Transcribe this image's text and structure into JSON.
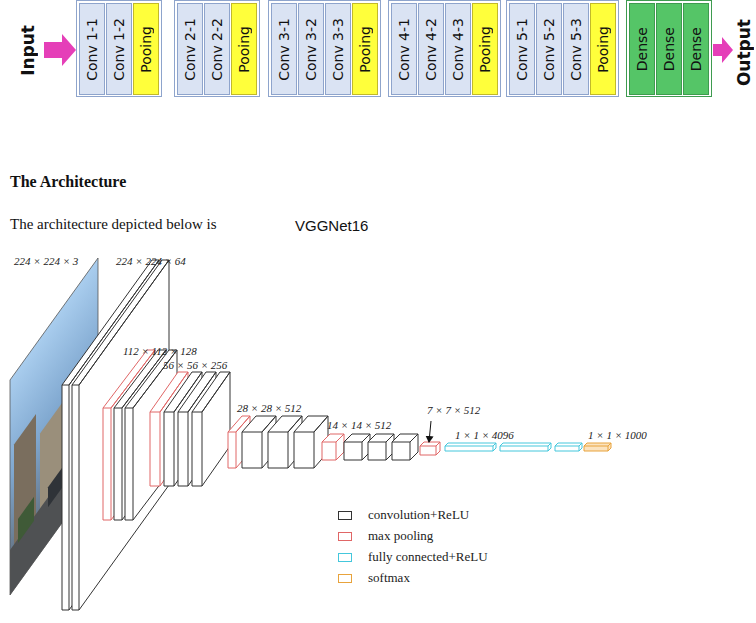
{
  "diagram": {
    "title": "The Architecture",
    "nodes": [
      {
        "text": [
          "Conv 1-1"
        ]
      },
      {
        "text": [
          "Conv 1-2"
        ]
      },
      {
        "text": [
          "Pooing"
        ]
      },
      {
        "text": [
          "Conv 2-1"
        ]
      },
      {
        "text": [
          "Conv 2-2"
        ]
      },
      {
        "text": [
          "Pooing"
        ]
      },
      {
        "text": [
          "Conv 3-1"
        ]
      },
      {
        "text": [
          "Conv 3-2"
        ]
      },
      {
        "text": [
          "Conv 3-3"
        ]
      },
      {
        "text": [
          "Pooing"
        ]
      },
      {
        "text": [
          "Conv 4-1"
        ]
      },
      {
        "text": [
          "Conv 4-2"
        ]
      },
      {
        "text": [
          "Conv 4-3"
        ]
      },
      {
        "text": [
          "Pooing"
        ]
      },
      {
        "text": [
          "Conv 5-1"
        ]
      },
      {
        "text": [
          "Conv 5-2"
        ]
      },
      {
        "text": [
          "Conv 5-3"
        ]
      },
      {
        "text": [
          "Pooing"
        ]
      },
      {
        "text": [
          "Dense"
        ]
      },
      {
        "text": [
          "Dense"
        ]
      },
      {
        "text": [
          "Dense"
        ]
      }
    ],
    "labels": [
      "Input",
      "Output",
      "The architecture depicted below is",
      "VGGNet16",
      "224 × 224 × 3",
      "224 × 224 × 64",
      "112 × 112 × 128",
      "56 × 56 × 256",
      "28 × 28 × 512",
      "14 × 14 × 512",
      "7 × 7 × 512",
      "1 × 1 × 4096",
      "1 × 1 × 1000"
    ],
    "legend": [
      {
        "text": "convolution+ReLU",
        "color": "#333333"
      },
      {
        "text": "max pooling",
        "color": "#e06666"
      },
      {
        "text": "fully connected+ReLU",
        "color": "#44c7dc"
      },
      {
        "text": "softmax",
        "color": "#e8a33c"
      }
    ]
  }
}
